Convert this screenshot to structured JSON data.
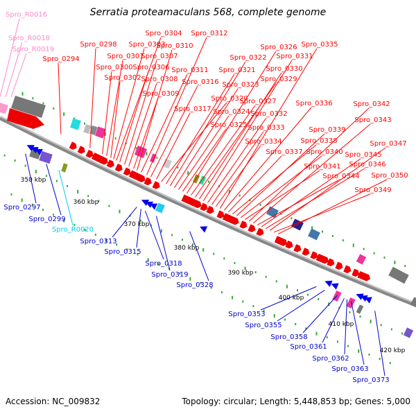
{
  "title": "Serratia proteamaculans 568, complete genome",
  "footer": {
    "accession": "Accession: NC_009832",
    "topology": "Topology: circular; Length: 5,448,853 bp; Genes: 5,000"
  },
  "scale_labels": [
    "350 kbp",
    "360 kbp",
    "370 kbp",
    "380 kbp",
    "390 kbp",
    "400 kbp",
    "410 kbp",
    "420 kbp"
  ],
  "colors": {
    "forward_gene": "#ff0000",
    "reverse_gene": "#0000ff",
    "rna_label": "#ff88cc",
    "trna_label": "#00ccee",
    "backbone": "#888888",
    "ticks": "#33aa33"
  },
  "labels_above": [
    {
      "text": "Spro_R0016",
      "color": "#ff88cc"
    },
    {
      "text": "Spro_R0018",
      "color": "#ff88cc"
    },
    {
      "text": "Spro_R0019",
      "color": "#ff88cc"
    },
    {
      "text": "Spro_0294",
      "color": "#ff0000"
    },
    {
      "text": "Spro_0298",
      "color": "#ff0000"
    },
    {
      "text": "Spro_0300",
      "color": "#ff0000"
    },
    {
      "text": "Spro_0301",
      "color": "#ff0000"
    },
    {
      "text": "Spro_0302",
      "color": "#ff0000"
    },
    {
      "text": "Spro_0303",
      "color": "#ff0000"
    },
    {
      "text": "Spro_0304",
      "color": "#ff0000"
    },
    {
      "text": "Spro_0306",
      "color": "#ff0000"
    },
    {
      "text": "Spro_0307",
      "color": "#ff0000"
    },
    {
      "text": "Spro_0308",
      "color": "#ff0000"
    },
    {
      "text": "Spro_0309",
      "color": "#ff0000"
    },
    {
      "text": "Spro_0310",
      "color": "#ff0000"
    },
    {
      "text": "Spro_0311",
      "color": "#ff0000"
    },
    {
      "text": "Spro_0312",
      "color": "#ff0000"
    },
    {
      "text": "Spro_0316",
      "color": "#ff0000"
    },
    {
      "text": "Spro_0317",
      "color": "#ff0000"
    },
    {
      "text": "Spro_0320",
      "color": "#ff0000"
    },
    {
      "text": "Spro_0321",
      "color": "#ff0000"
    },
    {
      "text": "Spro_0322",
      "color": "#ff0000"
    },
    {
      "text": "Spro_0323",
      "color": "#ff0000"
    },
    {
      "text": "Spro_0324",
      "color": "#ff0000"
    },
    {
      "text": "Spro_0325",
      "color": "#ff0000"
    },
    {
      "text": "Spro_0326",
      "color": "#ff0000"
    },
    {
      "text": "Spro_0327",
      "color": "#ff0000"
    },
    {
      "text": "Spro_0329",
      "color": "#ff0000"
    },
    {
      "text": "Spro_0330",
      "color": "#ff0000"
    },
    {
      "text": "Spro_0331",
      "color": "#ff0000"
    },
    {
      "text": "Spro_0332",
      "color": "#ff0000"
    },
    {
      "text": "Spro_0333",
      "color": "#ff0000"
    },
    {
      "text": "Spro_0334",
      "color": "#ff0000"
    },
    {
      "text": "Spro_0335",
      "color": "#ff0000"
    },
    {
      "text": "Spro_0336",
      "color": "#ff0000"
    },
    {
      "text": "Spro_0337",
      "color": "#ff0000"
    },
    {
      "text": "Spro_0338",
      "color": "#ff0000"
    },
    {
      "text": "Spro_0339",
      "color": "#ff0000"
    },
    {
      "text": "Spro_0340",
      "color": "#ff0000"
    },
    {
      "text": "Spro_0341",
      "color": "#ff0000"
    },
    {
      "text": "Spro_0342",
      "color": "#ff0000"
    },
    {
      "text": "Spro_0343",
      "color": "#ff0000"
    },
    {
      "text": "Spro_0344",
      "color": "#ff0000"
    },
    {
      "text": "Spro_0345",
      "color": "#ff0000"
    },
    {
      "text": "Spro_0346",
      "color": "#ff0000"
    },
    {
      "text": "Spro_0347",
      "color": "#ff0000"
    },
    {
      "text": "Spro_0349",
      "color": "#ff0000"
    },
    {
      "text": "Spro_0350",
      "color": "#ff0000"
    }
  ],
  "labels_below": [
    {
      "text": "Spro_0297",
      "color": "#0000cc"
    },
    {
      "text": "Spro_0299",
      "color": "#0000cc"
    },
    {
      "text": "Spro_R0020",
      "color": "#00ccee"
    },
    {
      "text": "Spro_0313",
      "color": "#0000cc"
    },
    {
      "text": "Spro_0315",
      "color": "#0000cc"
    },
    {
      "text": "Spro_0318",
      "color": "#0000cc"
    },
    {
      "text": "Spro_0319",
      "color": "#0000cc"
    },
    {
      "text": "Spro_0328",
      "color": "#0000cc"
    },
    {
      "text": "Spro_0353",
      "color": "#0000cc"
    },
    {
      "text": "Spro_0355",
      "color": "#0000cc"
    },
    {
      "text": "Spro_0358",
      "color": "#0000cc"
    },
    {
      "text": "Spro_0361",
      "color": "#0000cc"
    },
    {
      "text": "Spro_0362",
      "color": "#0000cc"
    },
    {
      "text": "Spro_0363",
      "color": "#0000cc"
    },
    {
      "text": "Spro_0373",
      "color": "#0000cc"
    }
  ]
}
